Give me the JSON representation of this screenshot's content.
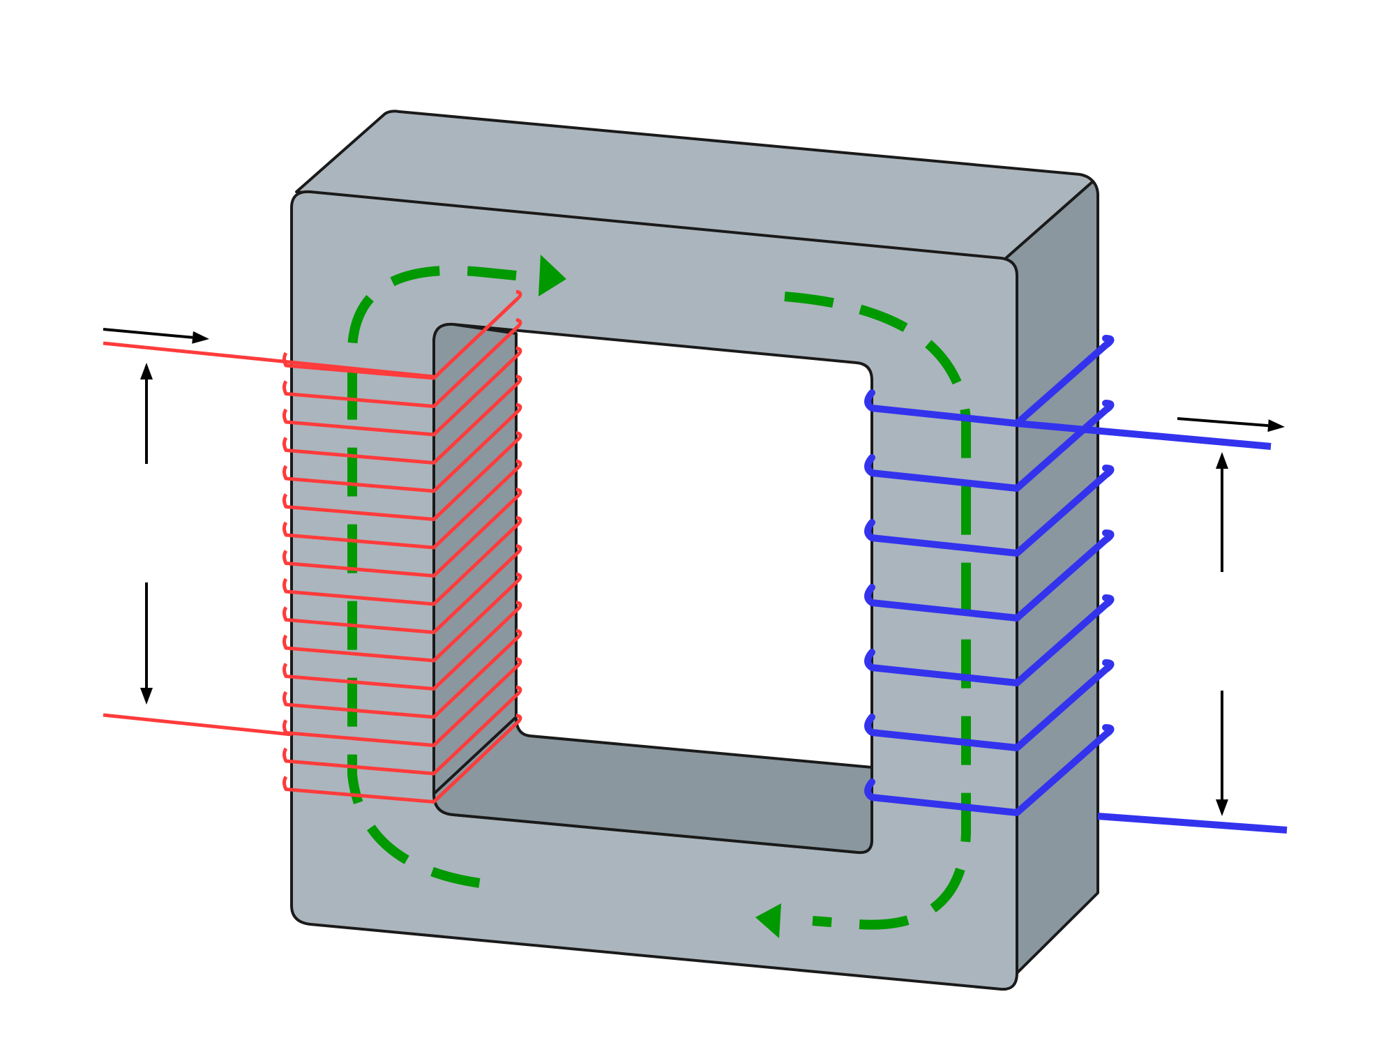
{
  "diagram": {
    "subject": "transformer",
    "colors": {
      "core_front": "#abb5bd",
      "core_side": "#8a979f",
      "outline": "#1a1a1a",
      "primary_winding": "#ff3b3b",
      "secondary_winding": "#3333ee",
      "flux": "#009900",
      "arrow": "#000000",
      "background": "#ffffff"
    },
    "primary_turns": 16,
    "secondary_turns": 7
  }
}
